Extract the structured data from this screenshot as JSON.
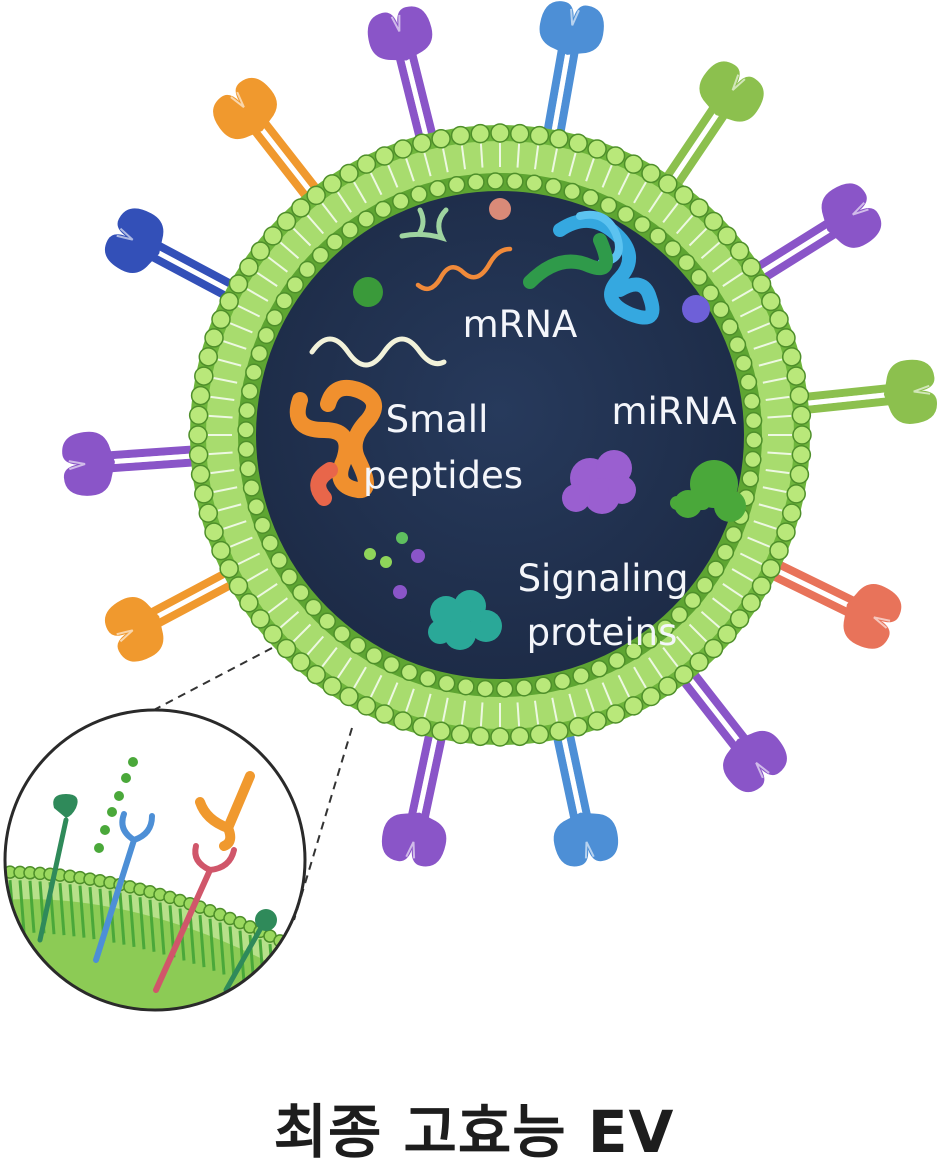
{
  "labels": {
    "mrna": "mRNA",
    "small_peptides_line1": "Small",
    "small_peptides_line2": "peptides",
    "mirna": "miRNA",
    "signaling_line1": "Signaling",
    "signaling_line2": "proteins"
  },
  "caption": "최종 고효능 EV",
  "colors": {
    "core": "#1f2f4c",
    "membrane": "#7dc243",
    "membrane_dark": "#4e8f2a",
    "receptor_purple": "#8a55c8",
    "receptor_blue": "#4d8fd6",
    "receptor_orange": "#f0992e",
    "receptor_green": "#8cc04e",
    "receptor_coral": "#e8735a",
    "receptor_navy": "#3350b8"
  },
  "icons": {
    "zoom_inset": "magnified-membrane-icon"
  }
}
